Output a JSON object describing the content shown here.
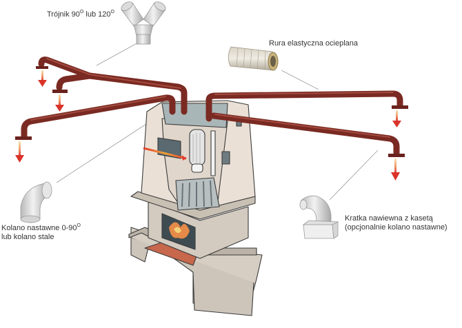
{
  "diagram": {
    "subject": "Fireplace hot-air distribution (DGP) system",
    "colors": {
      "pipe": "#7a2a22",
      "pipe_highlight": "#9c4036",
      "airflow_arrow": "#d9332a",
      "fireplace_body": "#e8ddd2",
      "fireplace_base": "#cfc6bb",
      "hearth": "#c7674c",
      "label_text": "#333333",
      "leader_line": "#9a9a9a"
    },
    "labels": {
      "tee": {
        "text": "Trójnik 90",
        "sup1": "O",
        "mid": " lub 120",
        "sup2": "O",
        "component_icon": "y-tee-fitting-icon"
      },
      "flex_pipe": {
        "text": "Rura elastyczna ocieplana",
        "component_icon": "insulated-flexible-duct-icon"
      },
      "elbow": {
        "line1": "Kolano nastawne 0-90",
        "line1_sup": "O",
        "line2": "lub kolano stale",
        "component_icon": "adjustable-elbow-icon"
      },
      "grille": {
        "line1": "Kratka nawiewna z kasetą",
        "line2": "(opcjonalnie kolano nastawne)",
        "component_icon": "supply-grille-cassette-icon"
      }
    },
    "outlets_count": 5
  }
}
